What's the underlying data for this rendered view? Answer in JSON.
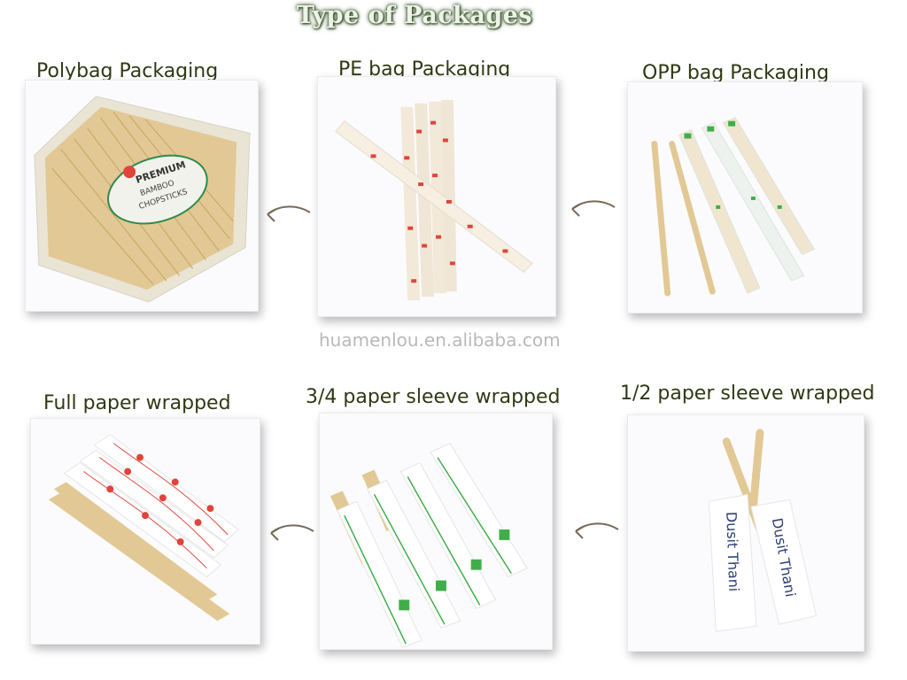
{
  "title": "Type of Packages",
  "watermark": "huamenlou.en.alibaba.com",
  "packages": [
    {
      "label": "Polybag Packaging",
      "pack_text": [
        "PREMIUM",
        "BAMBOO",
        "CHOPSTICKS"
      ]
    },
    {
      "label": "PE bag Packaging"
    },
    {
      "label": "OPP bag Packaging"
    },
    {
      "label": "Full paper wrapped"
    },
    {
      "label": "3/4 paper sleeve wrapped"
    },
    {
      "label": "1/2 paper sleeve wrapped",
      "sleeve_text": [
        "Dusit Thani",
        "Dusit Thani"
      ]
    }
  ],
  "colors": {
    "title_shadow": "#3c5a2c",
    "label_text": "#2e3a14",
    "bamboo": "#e2c894",
    "paper": "#ffffff",
    "red_print": "#e0443a",
    "green_print": "#3fae4a",
    "blue_print": "#2c3e75"
  },
  "icons": [
    "curved-arrow-icon"
  ]
}
